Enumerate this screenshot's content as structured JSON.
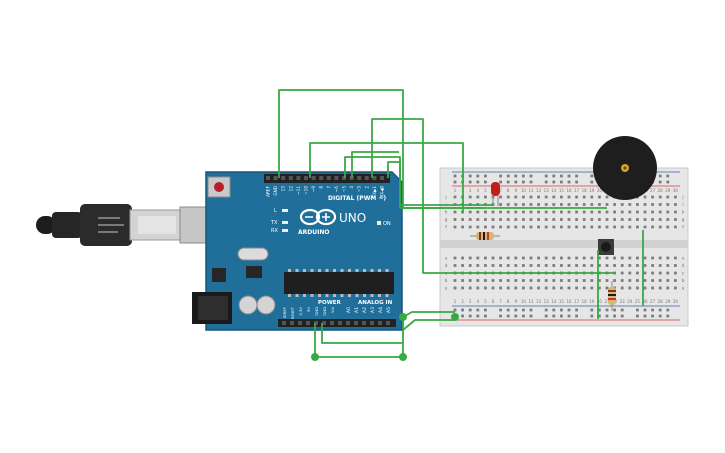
{
  "board": {
    "brand": "ARDUINO",
    "model": "UNO",
    "digital_label": "DIGITAL (PWM ~)",
    "power_label": "POWER",
    "analog_label": "ANALOG IN",
    "on_label": "ON",
    "led_labels": {
      "l": "L",
      "tx": "TX",
      "rx": "RX"
    },
    "top_pins": [
      "AREF",
      "GND",
      "13",
      "12",
      "~11",
      "~10",
      "~9",
      "8",
      "7",
      "~6",
      "~5",
      "4",
      "~3",
      "2",
      "TX▶1",
      "RX◀0"
    ],
    "power_pins": [
      "IOREF",
      "RESET",
      "3.3V",
      "5V",
      "GND",
      "GND",
      "Vin"
    ],
    "analog_pins": [
      "A0",
      "A1",
      "A2",
      "A3",
      "A4",
      "A5"
    ]
  },
  "breadboard": {
    "row_letters_top": [
      "j",
      "i",
      "h",
      "g",
      "f"
    ],
    "row_letters_bottom": [
      "e",
      "d",
      "c",
      "b",
      "a"
    ],
    "col_numbers": [
      "1",
      "2",
      "3",
      "4",
      "5",
      "6",
      "7",
      "8",
      "9",
      "10",
      "11",
      "12",
      "13",
      "14",
      "15",
      "16",
      "17",
      "18",
      "19",
      "20",
      "21",
      "22",
      "23",
      "24",
      "25",
      "26",
      "27",
      "28",
      "29",
      "30"
    ]
  },
  "colors": {
    "wire": "#3aa845",
    "board": "#1f6f9a",
    "breadboard": "#e6e6e6",
    "rail_red": "#d43b3b",
    "rail_blue": "#2f5fa8",
    "led": "#c0201c",
    "buzzer": "#1e1e1e"
  }
}
